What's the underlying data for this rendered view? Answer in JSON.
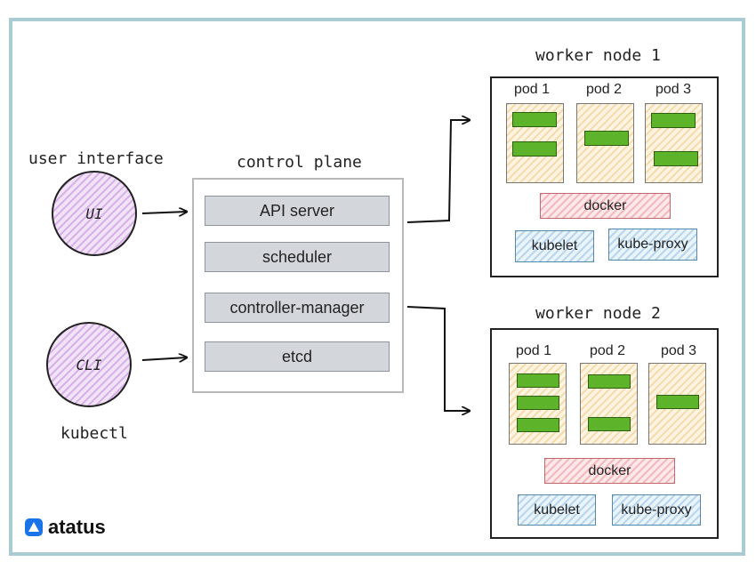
{
  "labels": {
    "user_interface": "user interface",
    "control_plane": "control plane",
    "kubectl": "kubectl",
    "worker_node_1": "worker node 1",
    "worker_node_2": "worker node 2"
  },
  "clients": {
    "ui": "UI",
    "cli": "CLI"
  },
  "control_plane": {
    "items": [
      "API server",
      "scheduler",
      "controller-manager",
      "etcd"
    ]
  },
  "worker_nodes": [
    {
      "pods": [
        "pod 1",
        "pod 2",
        "pod 3"
      ],
      "pod_containers": [
        2,
        1,
        2
      ],
      "docker": "docker",
      "kubelet": "kubelet",
      "kube_proxy": "kube-proxy"
    },
    {
      "pods": [
        "pod 1",
        "pod 2",
        "pod 3"
      ],
      "pod_containers": [
        3,
        2,
        1
      ],
      "docker": "docker",
      "kubelet": "kubelet",
      "kube_proxy": "kube-proxy"
    }
  ],
  "brand": {
    "name": "atatus",
    "accent": "#1a73e8"
  },
  "colors": {
    "frame": "#a9cbd2",
    "container": "#5db32a",
    "pod": "#f4dcae",
    "docker": "#f4b9bd",
    "kubelet": "#b9d6ec",
    "client": "#d8b2e6"
  }
}
